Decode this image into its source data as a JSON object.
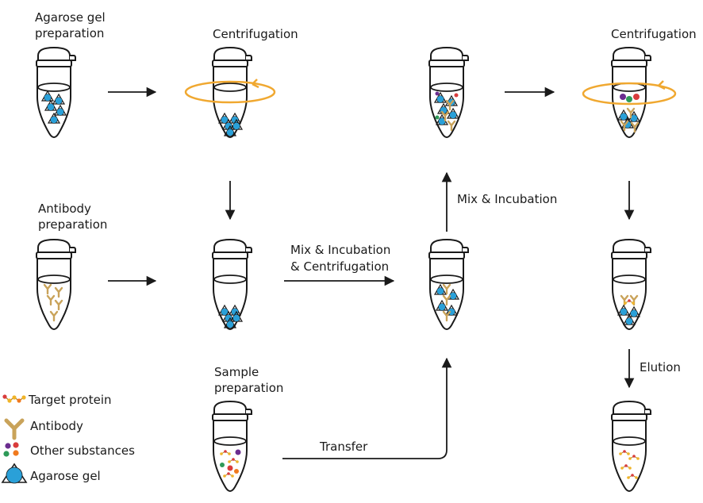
{
  "colors": {
    "gel": "#2aa0d8",
    "antibody": "#c9a35a",
    "rotation": "#f0a830",
    "line": "#1a1a1a",
    "protein": "#f0b429",
    "sub_purple": "#6b2d8f",
    "sub_red": "#d93c3c",
    "sub_green": "#2e9a58",
    "sub_orange": "#f07a1e"
  },
  "labels": {
    "step1": [
      "Agarose gel",
      "preparation"
    ],
    "step2": "Centrifugation",
    "step4": "Centrifugation",
    "step5": [
      "Antibody",
      "preparation"
    ],
    "step7": [
      "Mix & Incubation",
      "& Centrifugation"
    ],
    "step_mix": "Mix & Incubation",
    "step_sample": [
      "Sample",
      "preparation"
    ],
    "step_transfer": "Transfer",
    "step_elution": "Elution"
  },
  "legend": [
    {
      "icon": "target-protein-icon",
      "label": "Target protein"
    },
    {
      "icon": "antibody-icon",
      "label": "Antibody"
    },
    {
      "icon": "other-substances-icon",
      "label": "Other substances"
    },
    {
      "icon": "agarose-gel-icon",
      "label": "Agarose gel"
    }
  ]
}
